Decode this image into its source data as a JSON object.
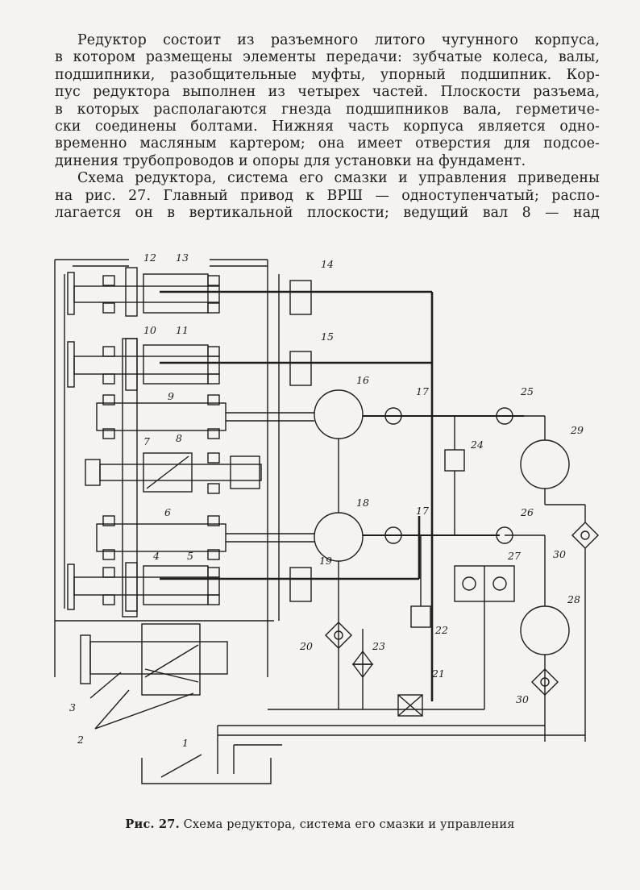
{
  "paragraphs": {
    "p1": [
      "Редуктор состоит из разъемного литого чугунного корпуса,",
      "в котором размещены элементы передачи: зубчатые колеса, валы,",
      "подшипники, разобщительные муфты, упорный подшипник. Кор-",
      "пус редуктора выполнен из четырех частей. Плоскости разъема,",
      "в которых располагаются гнезда подшипников вала, герметиче-",
      "ски соединены болтами. Нижняя часть корпуса является одно-",
      "временно масляным картером; она имеет отверстия для подсое-",
      "динения трубопроводов и опоры для установки на фундамент."
    ],
    "p2": [
      "Схема редуктора, система его смазки и управления приведены",
      "на рис. 27. Главный привод к ВРШ — одноступенчатый; распо-",
      "лагается он в вертикальной плоскости; ведущий вал 8 — над"
    ]
  },
  "figure": {
    "labels": {
      "l1": "1",
      "l2": "2",
      "l3": "3",
      "l4": "4",
      "l5": "5",
      "l6": "6",
      "l7": "7",
      "l8": "8",
      "l9": "9",
      "l10": "10",
      "l11": "11",
      "l12": "12",
      "l13": "13",
      "l14": "14",
      "l15": "15",
      "l16": "16",
      "l17a": "17",
      "l17b": "17",
      "l18": "18",
      "l19": "19",
      "l20": "20",
      "l21": "21",
      "l22": "22",
      "l23": "23",
      "l24": "24",
      "l25": "25",
      "l26": "26",
      "l27": "27",
      "l28": "28",
      "l29": "29",
      "l30a": "30",
      "l30b": "30"
    }
  },
  "caption": {
    "prefix": "Рис. 27.",
    "text": " Схема редуктора, система его смазки и управления"
  }
}
